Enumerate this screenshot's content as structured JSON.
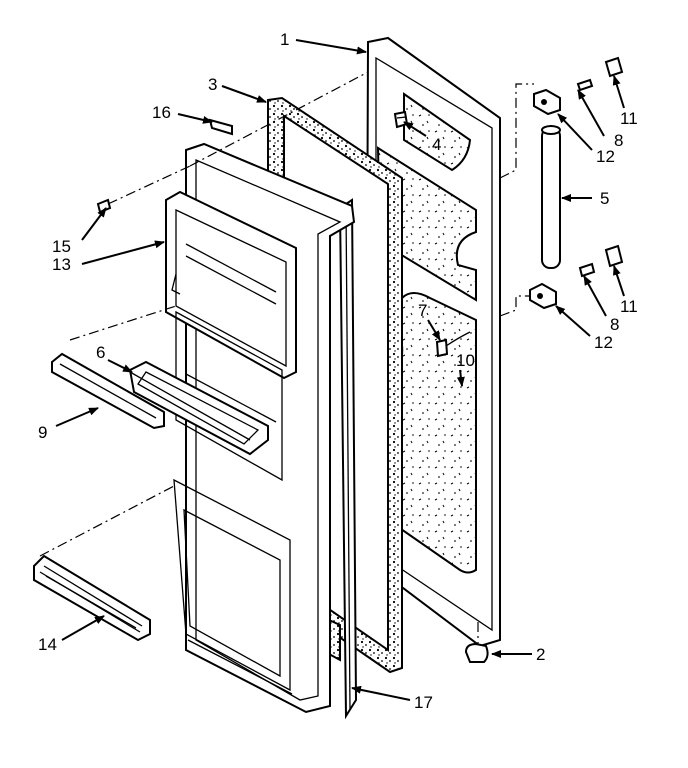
{
  "diagram": {
    "callouts": [
      {
        "id": "c1",
        "text": "1"
      },
      {
        "id": "c2",
        "text": "2"
      },
      {
        "id": "c3",
        "text": "3"
      },
      {
        "id": "c4",
        "text": "4"
      },
      {
        "id": "c5",
        "text": "5"
      },
      {
        "id": "c6",
        "text": "6"
      },
      {
        "id": "c7",
        "text": "7"
      },
      {
        "id": "c8a",
        "text": "8"
      },
      {
        "id": "c8b",
        "text": "8"
      },
      {
        "id": "c9",
        "text": "9"
      },
      {
        "id": "c10",
        "text": "10"
      },
      {
        "id": "c11a",
        "text": "11"
      },
      {
        "id": "c11b",
        "text": "11"
      },
      {
        "id": "c12a",
        "text": "12"
      },
      {
        "id": "c12b",
        "text": "12"
      },
      {
        "id": "c13",
        "text": "13"
      },
      {
        "id": "c14",
        "text": "14"
      },
      {
        "id": "c15",
        "text": "15"
      },
      {
        "id": "c16",
        "text": "16"
      },
      {
        "id": "c17",
        "text": "17"
      }
    ]
  }
}
